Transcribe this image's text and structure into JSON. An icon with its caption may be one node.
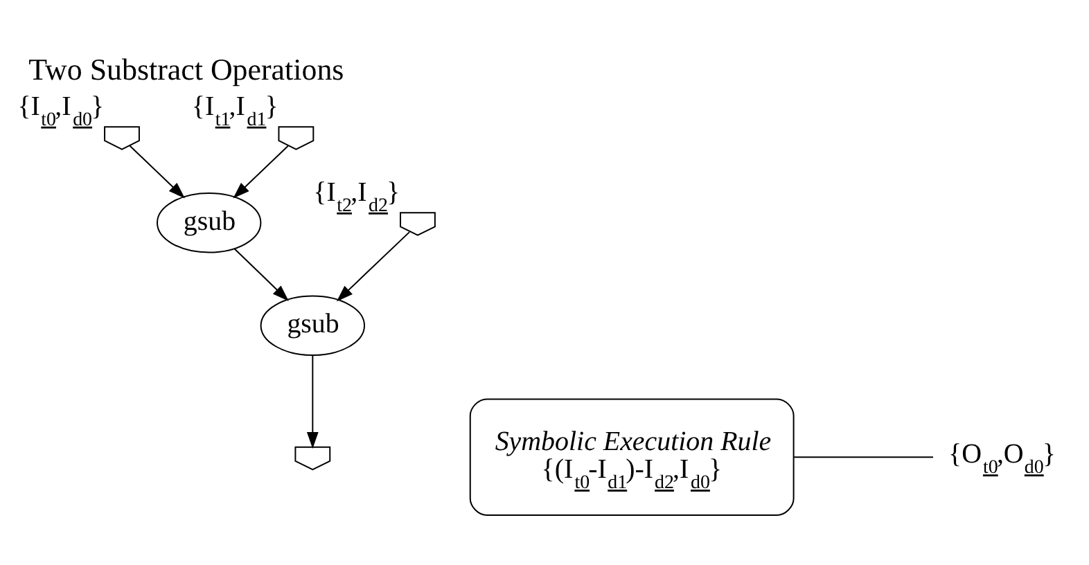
{
  "diagram": {
    "title": "Two Substract Operations",
    "nodes": [
      {
        "text": [],
        "shape": "pentagon",
        "beside": [
          "{I$_{t0}$,I$_{d0}$}"
        ]
      },
      {
        "text": [],
        "shape": "pentagon",
        "beside": [
          "{I$_{t1}$,I$_{d1}$}"
        ]
      },
      {
        "text": [
          "gsub"
        ]
      },
      {
        "text": [],
        "shape": "pentagon",
        "beside": [
          "{I$_{t2}$,I$_{d2}$}"
        ]
      },
      {
        "text": [
          "gsub"
        ]
      },
      {
        "text": [
          "{O$_{t0}$,O$_{d0}$}"
        ]
      },
      {
        "text": [
          "Symbolic Execution Rule",
          "{(I$_{t0}$-I$_{d1}$)-I$_{d2}$,I$_{d0}$}"
        ]
      },
      {
        "text": [],
        "shape": "pentagon"
      }
    ],
    "edges": [
      {
        "from": 0,
        "to": 2,
        "arrow": "to"
      },
      {
        "from": 1,
        "to": 2,
        "arrow": "to"
      },
      {
        "from": 2,
        "to": 4,
        "arrow": "to"
      },
      {
        "from": 3,
        "to": 4,
        "arrow": "to"
      },
      {
        "from": 4,
        "to": 7,
        "arrow": "to"
      },
      {
        "from": 6,
        "to": 5,
        "arrow": "none"
      }
    ]
  }
}
